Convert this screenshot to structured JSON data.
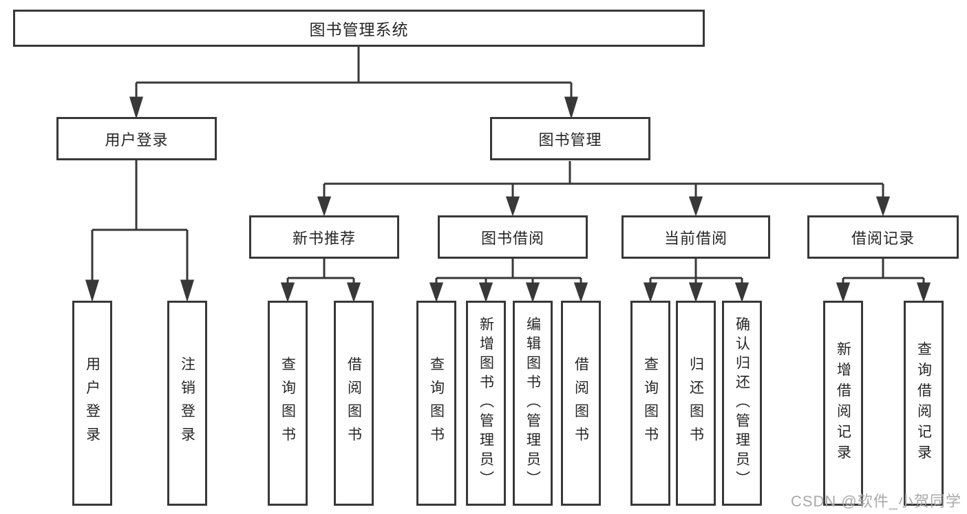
{
  "colors": {
    "line": "#383838",
    "text": "#262626",
    "background": "#ffffff",
    "watermark": "#a9a9a9"
  },
  "watermark": {
    "text": "CSDN @软件_小贺同学"
  },
  "tree": {
    "root": {
      "label": "图书管理系统"
    },
    "level2": [
      {
        "label": "用户登录"
      },
      {
        "label": "图书管理"
      }
    ],
    "level3": [
      {
        "label": "新书推荐"
      },
      {
        "label": "图书借阅"
      },
      {
        "label": "当前借阅"
      },
      {
        "label": "借阅记录"
      }
    ],
    "leaves": {
      "user_login": [
        {
          "label": "用户登录"
        },
        {
          "label": "注销登录"
        }
      ],
      "new_book": [
        {
          "label": "查询图书"
        },
        {
          "label": "借阅图书"
        }
      ],
      "book_borrow": [
        {
          "label": "查询图书"
        },
        {
          "label": "新增图书（管理员）"
        },
        {
          "label": "编辑图书（管理员）"
        },
        {
          "label": "借阅图书"
        }
      ],
      "current_borrow": [
        {
          "label": "查询图书"
        },
        {
          "label": "归还图书"
        },
        {
          "label": "确认归还（管理员）"
        }
      ],
      "borrow_records": [
        {
          "label": "新增借阅记录"
        },
        {
          "label": "查询借阅记录"
        }
      ]
    }
  }
}
